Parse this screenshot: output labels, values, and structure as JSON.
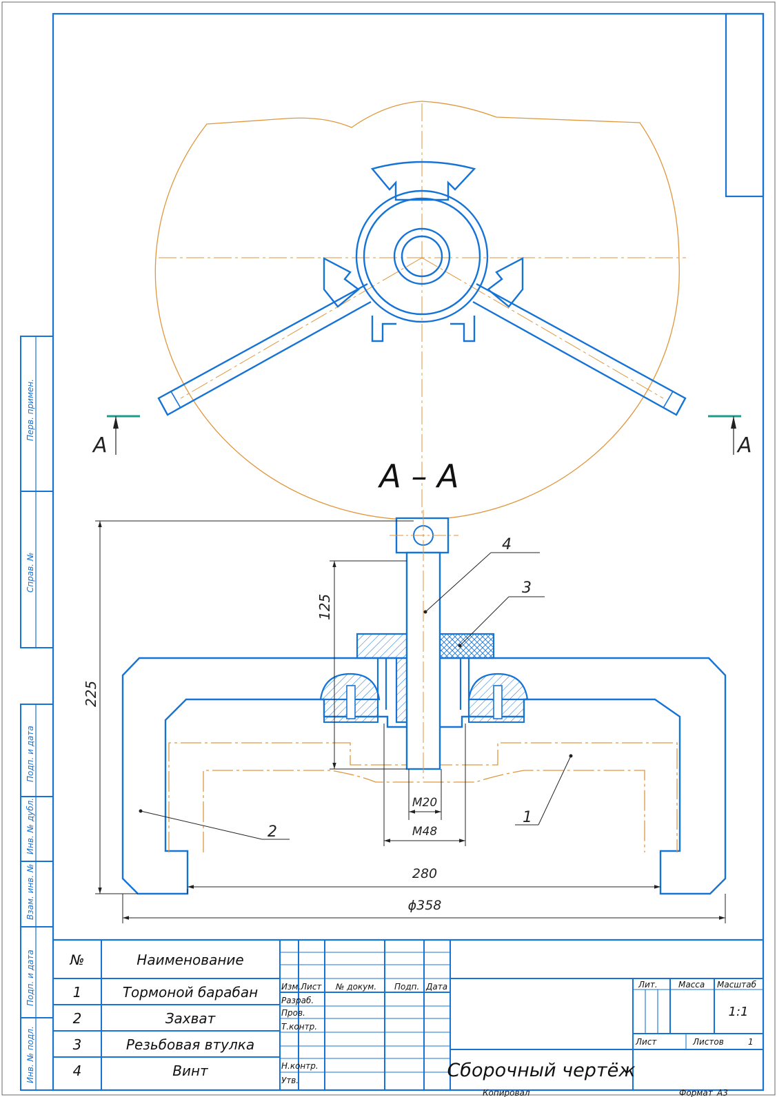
{
  "section": {
    "title": "А – А",
    "marker_left": "А",
    "marker_right": "А"
  },
  "dimensions": {
    "height_total": "225",
    "height_screw": "125",
    "thread_m20": "M20",
    "thread_m48": "M48",
    "width_280": "280",
    "diameter_358": "ϕ358"
  },
  "leaders": {
    "p1": "1",
    "p2": "2",
    "p3": "3",
    "p4": "4"
  },
  "side_strip": [
    "Перв. примен.",
    "Справ. №",
    "Подп. и дата",
    "Инв. № дубл.",
    "Взам. инв. №",
    "Подп. и дата",
    "Инв. № подл."
  ],
  "parts_table": {
    "header_num": "№",
    "header_name": "Наименование",
    "rows": [
      {
        "num": "1",
        "name": "Тормоной барабан"
      },
      {
        "num": "2",
        "name": "Захват"
      },
      {
        "num": "3",
        "name": "Резьбовая втулка"
      },
      {
        "num": "4",
        "name": "Винт"
      }
    ]
  },
  "title_block": {
    "izm": "Изм.",
    "list": "Лист",
    "n_dokum": "№ докум.",
    "podp": "Подп.",
    "data": "Дата",
    "razrab": "Разраб.",
    "prov": "Пров.",
    "t_kontr": "Т.контр.",
    "n_kontr": "Н.контр.",
    "utv": "Утв.",
    "lit": "Лит.",
    "massa": "Масса",
    "masshtab": "Масштаб",
    "scale_value": "1:1",
    "sheet_label": "Лист",
    "sheets_label": "Листов",
    "sheets_value": "1",
    "drawing_name": "Сборочный чертёж",
    "copied": "Копировал",
    "format_label": "Формат",
    "format_value": "А3"
  },
  "colors": {
    "outline": "#1573d6",
    "axis": "#e0963c",
    "cut_plane": "#1c9a8a"
  }
}
